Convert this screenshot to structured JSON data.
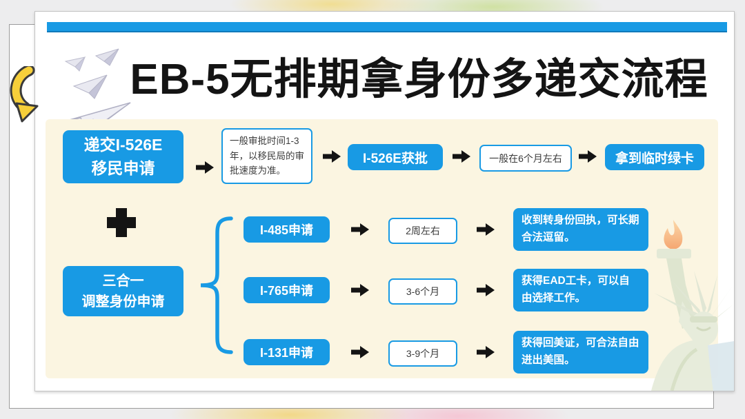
{
  "page": {
    "title": "EB-5无排期拿身份多递交流程"
  },
  "top_flow": {
    "step1": "递交I-526E\n移民申请",
    "note1": "一般审批时间1-3年，以移民局的审批速度为准。",
    "step2": "I-526E获批",
    "note2": "一般在6个月左右",
    "step3": "拿到临时绿卡"
  },
  "bottom_flow": {
    "root": "三合一\n调整身份申请",
    "branches": [
      {
        "form": "I-485申请",
        "duration": "2周左右",
        "result": "收到转身份回执，可长期合法逗留。"
      },
      {
        "form": "I-765申请",
        "duration": "3-6个月",
        "result": "获得EAD工卡，可以自由选择工作。"
      },
      {
        "form": "I-131申请",
        "duration": "3-9个月",
        "result": "获得回美证，可合法自由进出美国。"
      }
    ]
  },
  "colors": {
    "accent_blue": "#189ae4",
    "panel_cream": "#fbf5e1",
    "arrow_black": "#141414",
    "highlight_yellow": "#f6cf3a"
  }
}
